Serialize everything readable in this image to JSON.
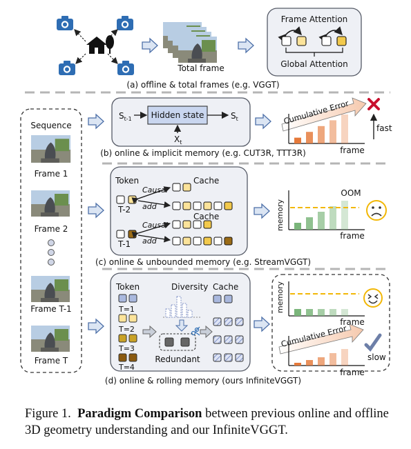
{
  "panel_a": {
    "result_label": "Total frame",
    "frame_attention_label": "Frame Attention",
    "global_attention_label": "Global Attention",
    "caption": "(a) offline & total frames (e.g. VGGT)"
  },
  "sequence": {
    "title": "Sequence",
    "frames": [
      "Frame 1",
      "Frame 2",
      "Frame T-1",
      "Frame T"
    ]
  },
  "panel_b": {
    "state_in": "S",
    "state_in_sub": "t-1",
    "hidden_state_label": "Hidden state",
    "state_out": "S",
    "state_out_sub": "t",
    "input": "X",
    "input_sub": "t",
    "chart_title": "Cumulative Error",
    "speed_label": "fast",
    "x_axis_label": "frame",
    "caption": "(b) online & implicit memory (e.g. CUT3R, TTT3R)"
  },
  "panel_c": {
    "token_label": "Token",
    "cache_label_1": "Cache",
    "cache_label_2": "Cache",
    "causal_label_1": "Causal",
    "causal_label_2": "Causal",
    "add_label_1": "add",
    "add_label_2": "add",
    "step_1": "T-2",
    "step_2": "T-1",
    "y_axis_label": "memory",
    "x_axis_label": "frame",
    "oom_label": "OOM",
    "caption": "(c) online & unbounded memory (e.g. StreamVGGT)"
  },
  "panel_d": {
    "token_label": "Token",
    "diversity_label": "Diversity",
    "cache_label": "Cache",
    "redundant_label": "Redundant",
    "steps": [
      "T=1",
      "T=2",
      "T=3",
      "T=4"
    ],
    "memory_y_label": "memory",
    "memory_x_label": "frame",
    "error_chart_title": "Cumulative Error",
    "speed_label": "slow",
    "error_x_label": "frame",
    "caption": "(d) online & rolling memory (ours InfiniteVGGT)"
  },
  "figure_caption": {
    "prefix": "Figure 1.",
    "bold": "Paradigm Comparison",
    "rest": "between previous online and offline 3D geometry understanding and our InfiniteVGGT."
  },
  "chart_data": [
    {
      "type": "bar",
      "chart": "cumulative-error-implicit",
      "title": "Cumulative Error",
      "xlabel": "frame",
      "ylabel": "",
      "values": [
        0.2,
        0.4,
        0.6,
        0.8,
        1.0
      ]
    },
    {
      "type": "bar",
      "chart": "memory-unbounded",
      "title": "OOM",
      "xlabel": "frame",
      "ylabel": "memory",
      "values": [
        0.25,
        0.45,
        0.65,
        0.85,
        1.05
      ],
      "limit": 0.8
    },
    {
      "type": "bar",
      "chart": "memory-rolling",
      "xlabel": "frame",
      "ylabel": "memory",
      "values": [
        0.25,
        0.25,
        0.25,
        0.25,
        0.25
      ],
      "limit": 0.8
    },
    {
      "type": "bar",
      "chart": "cumulative-error-rolling",
      "title": "Cumulative Error",
      "xlabel": "frame",
      "ylabel": "",
      "values": [
        0.1,
        0.2,
        0.3,
        0.45,
        0.6
      ]
    }
  ],
  "colors": {
    "panel_fill": "#eef0f5",
    "panel_stroke": "#555a66",
    "token_yellow": "#fbe39a",
    "token_gold": "#c9a227",
    "token_brown": "#9a6b16",
    "token_blue": "#a9b8de",
    "bar_orange": "#e5793a",
    "bar_green": "#7ab57a",
    "limit_line": "#f2b705",
    "cross_red": "#c8102e"
  }
}
